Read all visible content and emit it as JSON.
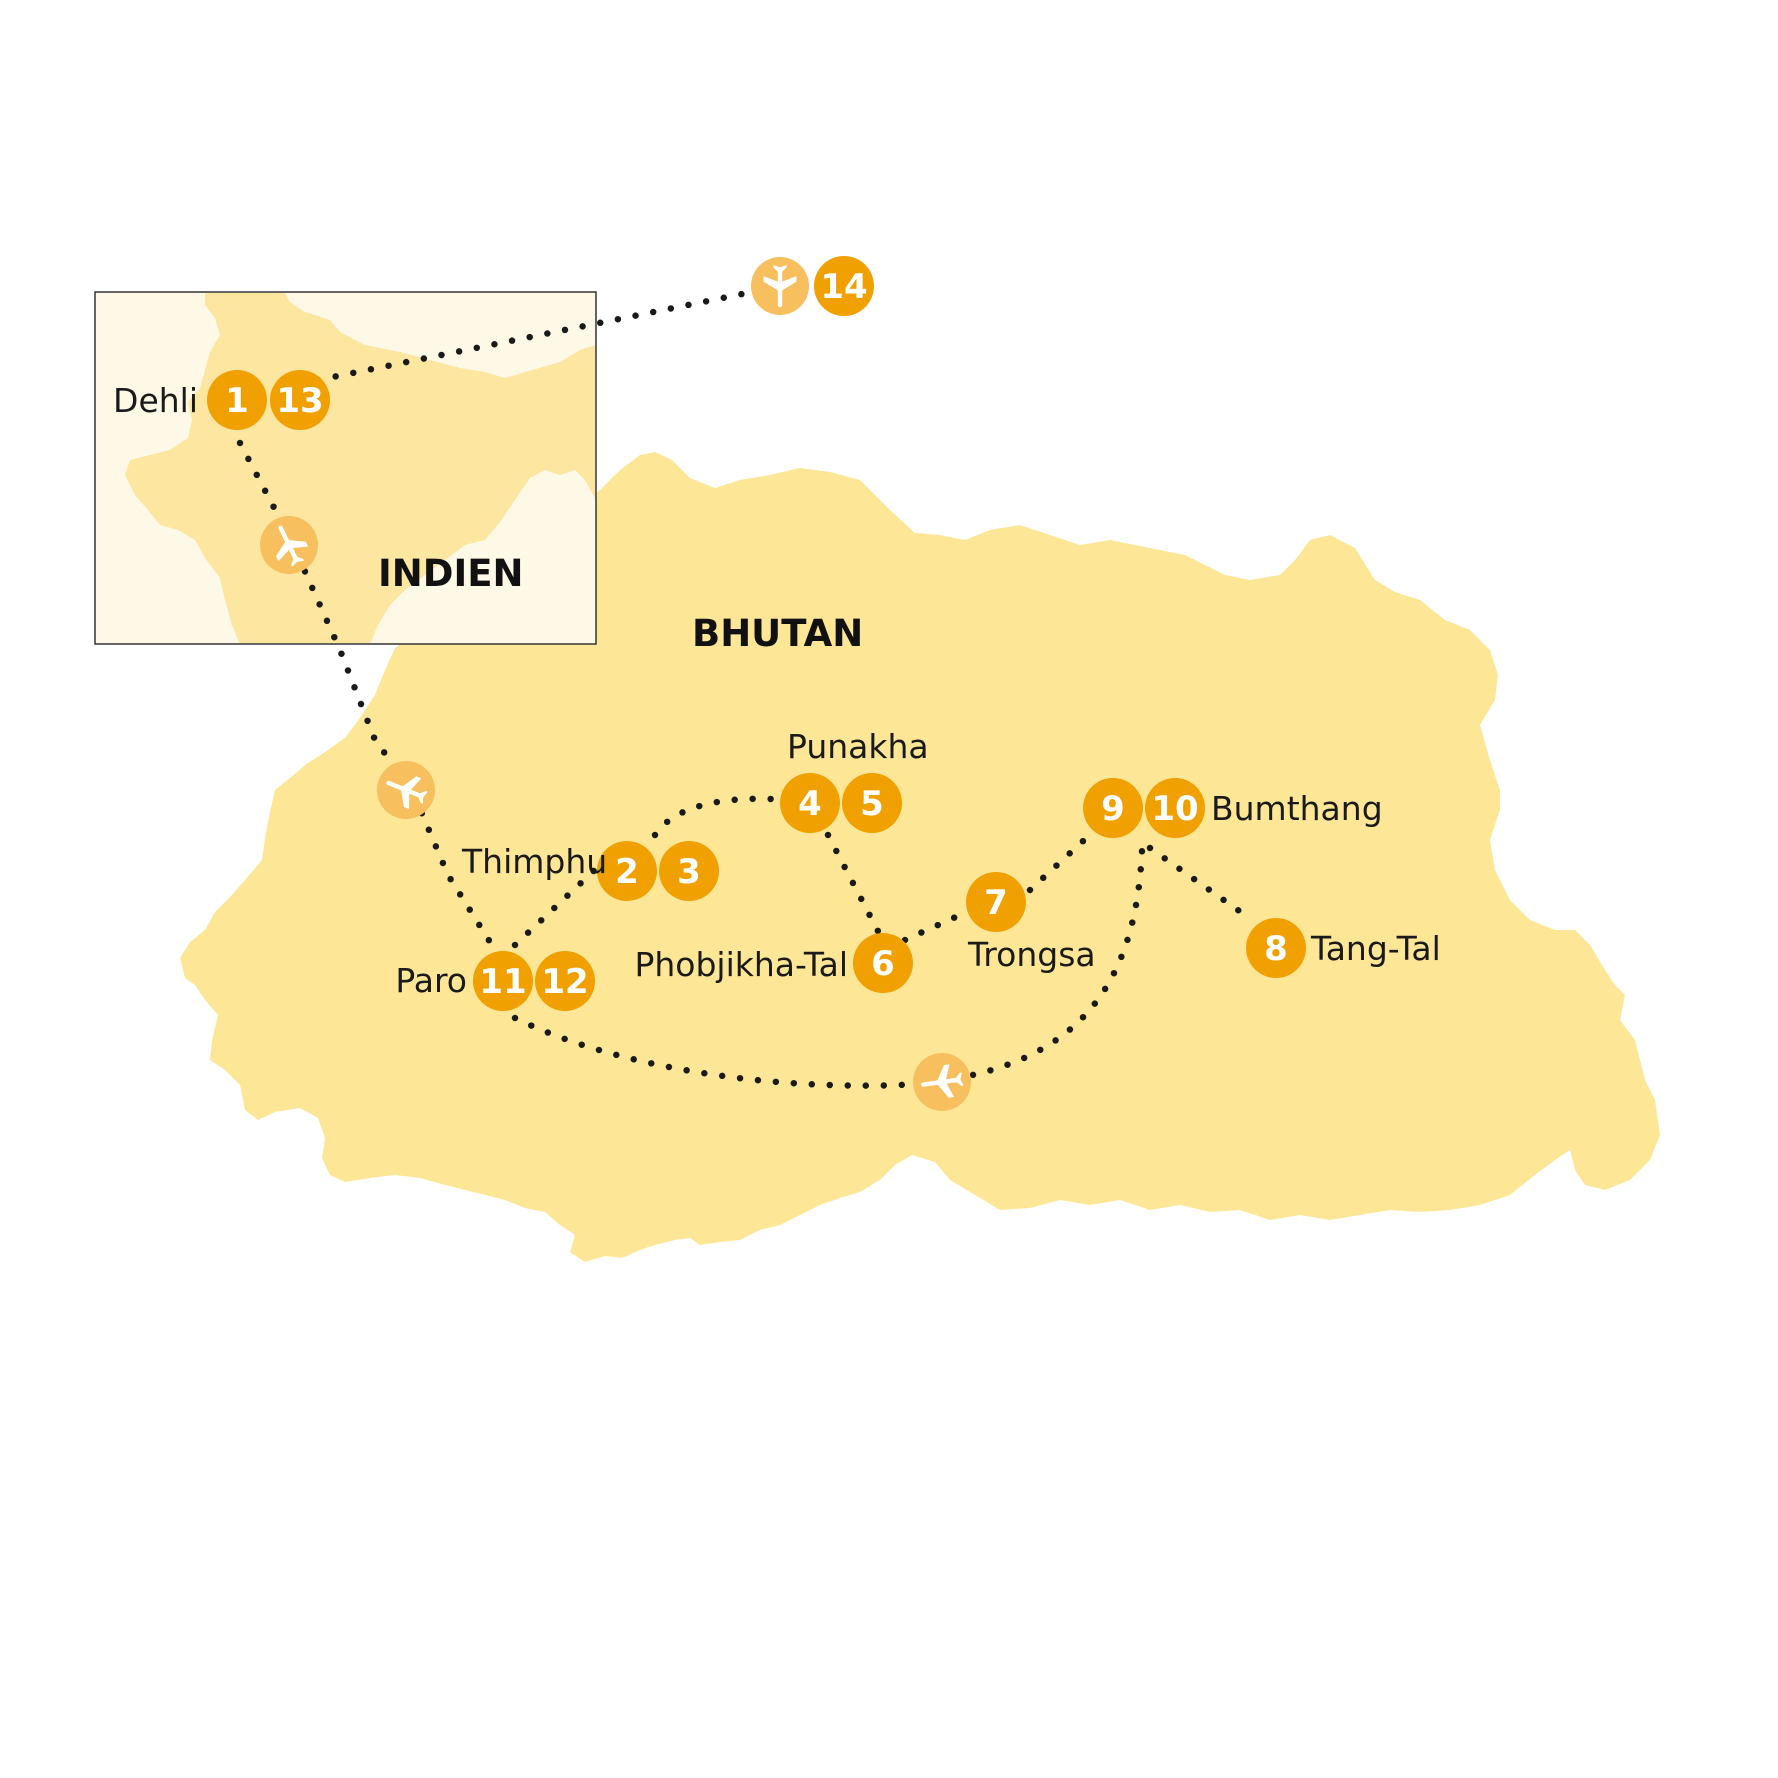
{
  "colors": {
    "land": "#fde797",
    "inset_bg": "#fef8e7",
    "inset_land": "#fde6a0",
    "badge": "#f0a000",
    "plane_badge": "#f7bf5e",
    "route": "#1a1a1a",
    "text": "#1a1a1a"
  },
  "countries": {
    "bhutan": "BHUTAN",
    "india": "INDIEN"
  },
  "places": {
    "dehli": "Dehli",
    "punakha": "Punakha",
    "thimphu": "Thimphu",
    "paro": "Paro",
    "phobjikha": "Phobjikha-Tal",
    "trongsa": "Trongsa",
    "bumthang": "Bumthang",
    "tangtal": "Tang-Tal"
  },
  "stops": {
    "s1": "1",
    "s2": "2",
    "s3": "3",
    "s4": "4",
    "s5": "5",
    "s6": "6",
    "s7": "7",
    "s8": "8",
    "s9": "9",
    "s10": "10",
    "s11": "11",
    "s12": "12",
    "s13": "13",
    "s14": "14"
  },
  "icons": {
    "plane": "airplane-icon"
  }
}
